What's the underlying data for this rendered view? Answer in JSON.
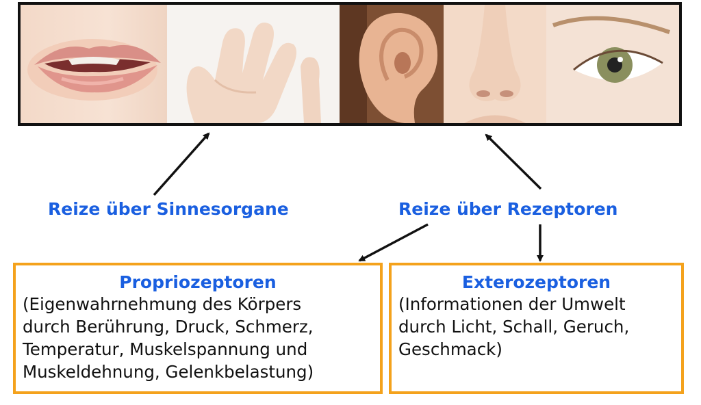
{
  "image_strip": {
    "panels": [
      {
        "name": "mund",
        "description_icon": "mouth-image"
      },
      {
        "name": "hand",
        "description_icon": "hand-image"
      },
      {
        "name": "ohr",
        "description_icon": "ear-image"
      },
      {
        "name": "nase",
        "description_icon": "nose-image"
      },
      {
        "name": "auge",
        "description_icon": "eye-image"
      }
    ]
  },
  "labels": {
    "left": "Reize über Sinnesorgane",
    "right": "Reize über Rezeptoren"
  },
  "boxes": {
    "proprio": {
      "title": "Propriozeptoren",
      "lines": [
        "(Eigenwahrnehmung des Körpers",
        "durch Berührung, Druck, Schmerz,",
        "Temperatur, Muskelspannung und",
        "Muskeldehnung, Gelenkbelastung)"
      ]
    },
    "extero": {
      "title": "Exterozeptoren",
      "lines": [
        "(Informationen der Umwelt",
        "durch Licht, Schall, Geruch,",
        "Geschmack)"
      ]
    }
  },
  "colors": {
    "accent_text": "#1a5fe0",
    "box_border": "#f4a21c",
    "arrow": "#111111"
  }
}
